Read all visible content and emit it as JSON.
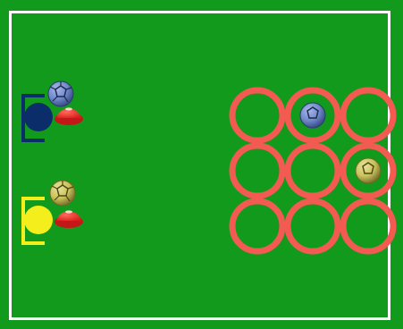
{
  "scene": {
    "field_color": "#129a1d",
    "line_color": "#ffffff"
  },
  "teams": [
    {
      "team": "blue",
      "player_color": "#0b2e6a",
      "goal_color": "#0b2e6a",
      "ball_color": "#6f88c8",
      "cone_color": "#ee2b2b"
    },
    {
      "team": "yellow",
      "player_color": "#f4ee1c",
      "goal_color": "#f4ee1c",
      "ball_color": "#c9c15a",
      "cone_color": "#ee2b2b"
    }
  ],
  "grid": {
    "rows": 3,
    "cols": 3,
    "ring_color": "#f25a52",
    "cells": [
      [
        "empty",
        "blue",
        "empty"
      ],
      [
        "empty",
        "empty",
        "yellow"
      ],
      [
        "empty",
        "empty",
        "empty"
      ]
    ]
  }
}
